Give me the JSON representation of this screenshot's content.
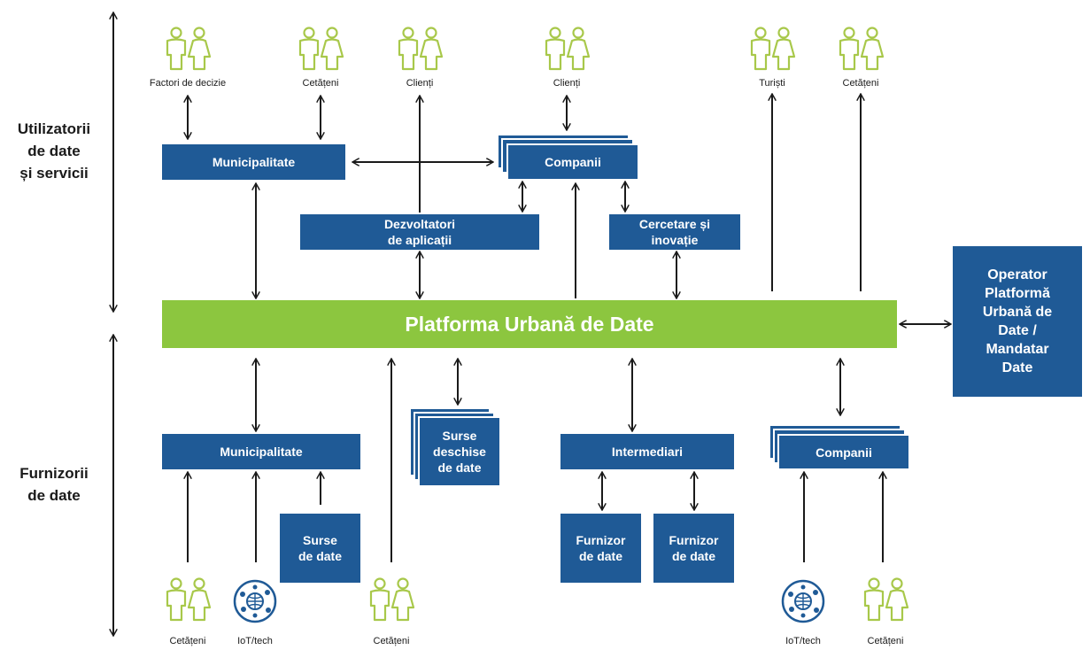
{
  "colors": {
    "node": "#1f5a96",
    "platform": "#8cc63f",
    "person": "#a8c84a",
    "arrow": "#1a1a1a"
  },
  "side_labels": {
    "users": [
      "Utilizatorii",
      "de date",
      "și servicii"
    ],
    "providers": [
      "Furnizorii",
      "de date"
    ]
  },
  "platform": "Platforma Urbană de Date",
  "operator": [
    "Operator",
    "Platformă",
    "Urbană de",
    "Date /",
    "Mandatar",
    "Date"
  ],
  "top": {
    "people": [
      "Factori de decizie",
      "Cetățeni",
      "Clienți",
      "Clienți",
      "Turiști",
      "Cetățeni"
    ],
    "municipalitate": "Municipalitate",
    "companii": "Companii",
    "dezvoltatori": [
      "Dezvoltatori",
      "de aplicații"
    ],
    "cercetare": [
      "Cercetare și",
      "inovație"
    ]
  },
  "bottom": {
    "municipalitate": "Municipalitate",
    "surse_deschise": [
      "Surse",
      "deschise",
      "de date"
    ],
    "intermediari": "Intermediari",
    "companii": "Companii",
    "surse_date": [
      "Surse",
      "de date"
    ],
    "furnizor_1": [
      "Furnizor",
      "de date"
    ],
    "furnizor_2": [
      "Furnizor",
      "de date"
    ],
    "people": [
      "Cetățeni",
      "IoT/tech",
      "Cetățeni",
      "IoT/tech",
      "Cetățeni"
    ]
  },
  "icons": {
    "person": "person-pair-icon",
    "iot": "iot-globe-icon"
  }
}
